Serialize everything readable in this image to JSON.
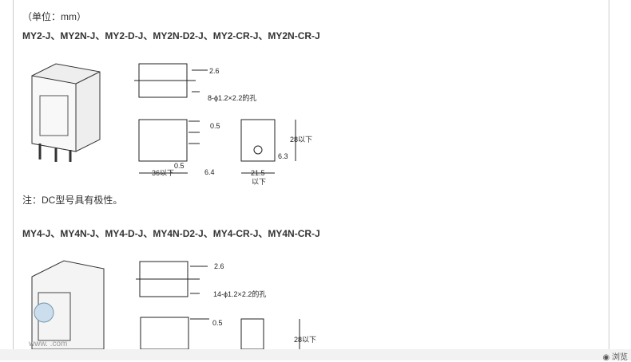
{
  "unit_note": "（单位：mm）",
  "section1": {
    "title": "MY2-J、MY2N-J、MY2-D-J、MY2N-D2-J、MY2-CR-J、MY2N-CR-J",
    "dims": {
      "pin_w": "2.6",
      "holes": "8-ϕ1.2×2.2的孔",
      "t1": "0.5",
      "t2": "0.5",
      "len": "36以下",
      "pin_len": "6.4",
      "height": "28以下",
      "pitch": "6.3",
      "width": "21.5",
      "width_sub": "以下"
    },
    "note": "注：DC型号具有极性。"
  },
  "section2": {
    "title": "MY4-J、MY4N-J、MY4-D-J、MY4N-D2-J、MY4-CR-J、MY4N-CR-J",
    "dims": {
      "pin_w": "2.6",
      "holes": "14-ϕ1.2×2.2的孔",
      "t1": "0.5",
      "height": "28以下"
    }
  },
  "watermark": "www.  .com",
  "browse_label": "浏览"
}
